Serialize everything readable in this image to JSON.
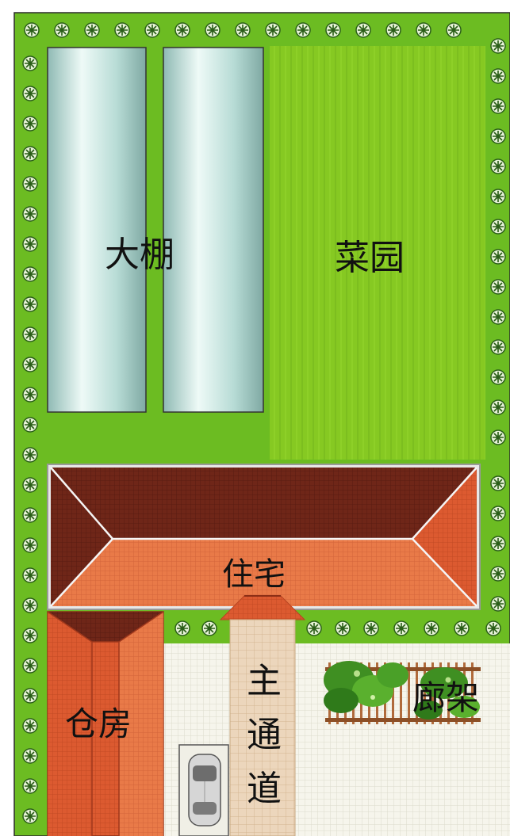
{
  "labels": {
    "greenhouse": "大棚",
    "vegetable_garden": "菜园",
    "residence": "住宅",
    "warehouse": "仓房",
    "pergola": "廊架",
    "main_path_chars": [
      "主",
      "通",
      "道"
    ]
  },
  "colors": {
    "lawn": "#6cbc22",
    "lawn_dark": "#5aa31a",
    "garden": "#8ed021",
    "greenhouse_light": "#e6f6f3",
    "greenhouse_mid": "#9dc8c2",
    "roof_dark": "#6b2418",
    "roof_red": "#d9562c",
    "roof_orange": "#e87a45",
    "pavement": "#f4f2e6",
    "path": "#ecd4b8",
    "shrub": "#2e6b1c",
    "pergola_wood": "#b06a3b",
    "car": "#d0d0d0"
  },
  "icons": {
    "shrub": "shrub-icon",
    "car": "car-icon",
    "vine": "vine-plant-icon"
  }
}
